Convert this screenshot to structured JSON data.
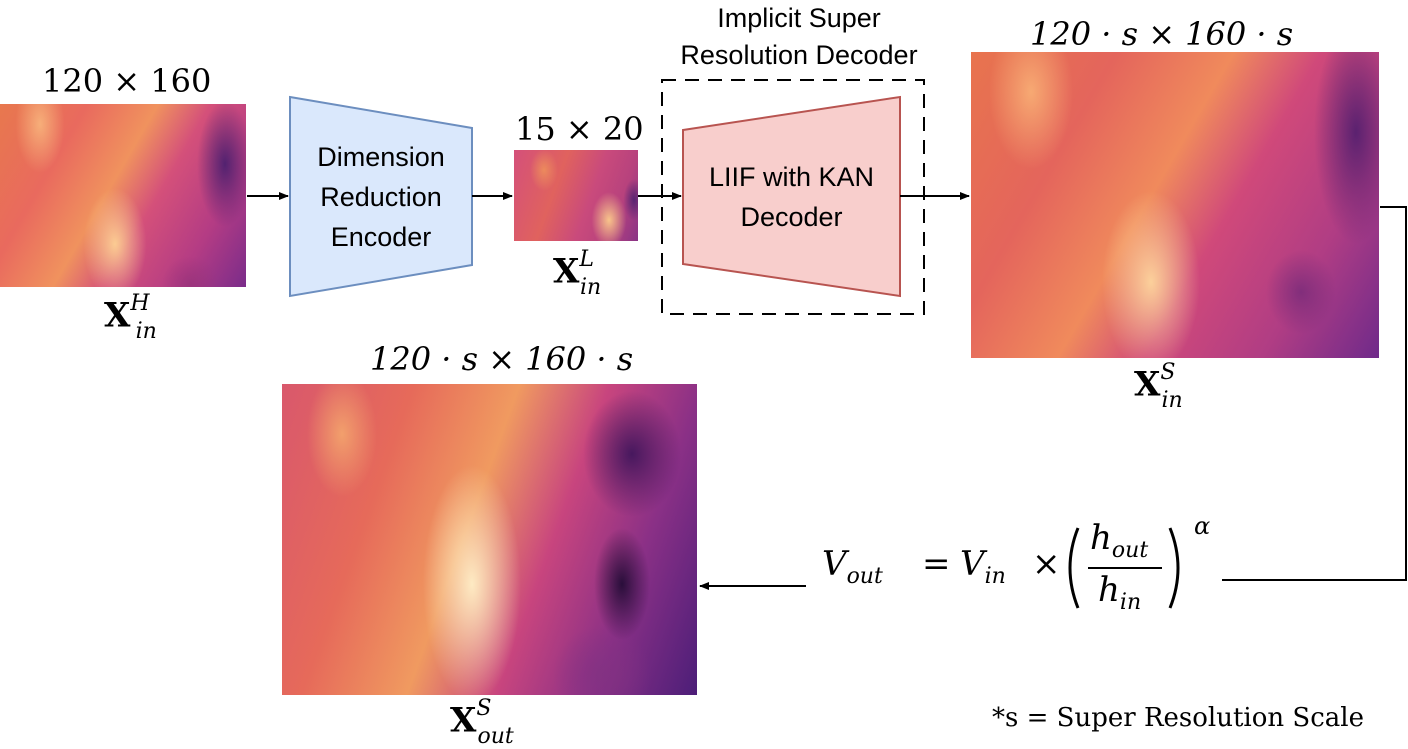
{
  "input_image": {
    "dims": "120 × 160",
    "symbol_main": "X",
    "symbol_sup": "H",
    "symbol_sub": "in"
  },
  "encoder": {
    "label_lines": [
      "Dimension",
      "Reduction",
      "Encoder"
    ]
  },
  "latent_image": {
    "dims": "15 × 20",
    "symbol_main": "X",
    "symbol_sup": "L",
    "symbol_sub": "in"
  },
  "decoder_group": {
    "title_lines": [
      "Implicit Super",
      "Resolution Decoder"
    ]
  },
  "decoder": {
    "label_lines": [
      "LIIF with KAN",
      "Decoder"
    ]
  },
  "sr_image": {
    "dims": "120 · s × 160 · s",
    "symbol_main": "X",
    "symbol_sup": "S",
    "symbol_sub": "in"
  },
  "output_image": {
    "dims": "120 · s × 160 · s",
    "symbol_main": "X",
    "symbol_sup": "S",
    "symbol_sub": "out"
  },
  "formula": {
    "lhs": "V",
    "lhs_sub": "out",
    "equals": "=",
    "rhs_var": "V",
    "rhs_sub": "in",
    "times": "×",
    "num": "h",
    "num_sub": "out",
    "den": "h",
    "den_sub": "in",
    "exponent": "α"
  },
  "footnote": "*s = Super Resolution Scale",
  "colors": {
    "encoder_fill": "#dae8fc",
    "encoder_stroke": "#6c8ebf",
    "decoder_fill": "#f8cecc",
    "decoder_stroke": "#b85450"
  }
}
